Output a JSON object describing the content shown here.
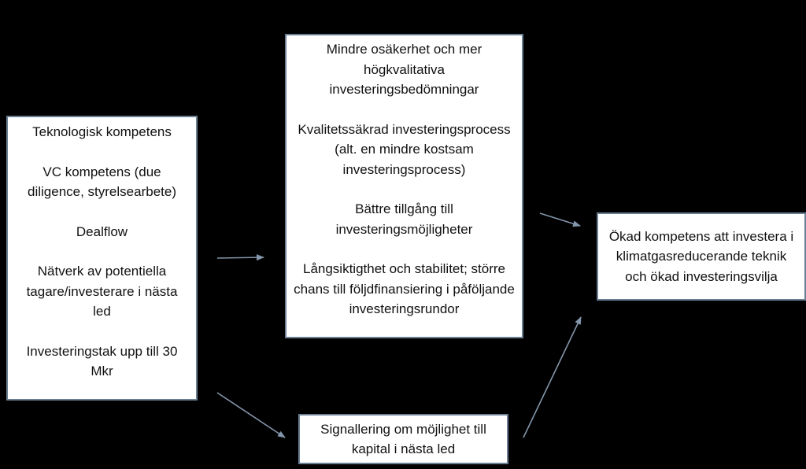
{
  "diagram": {
    "left_box": {
      "lines": [
        "Teknologisk kompetens",
        "",
        "VC kompetens (due diligence, styrelsearbete)",
        "",
        "Dealflow",
        "",
        "Nätverk av potentiella tagare/investerare i nästa led",
        "",
        "Investeringstak upp till 30 Mkr"
      ]
    },
    "middle_box": {
      "lines": [
        "Mindre osäkerhet och mer högkvalitativa investeringsbedömningar",
        "",
        "Kvalitetssäkrad investeringsprocess (alt. en mindre kostsam investeringsprocess)",
        "",
        "Bättre tillgång till investeringsmöjligheter",
        "",
        "Långsiktigthet och stabilitet; större chans till följdfinansiering i påföljande investeringsrundor"
      ]
    },
    "right_box": {
      "text": "Ökad kompetens att investera i klimatgasreducerande teknik och ökad investeringsvilja"
    },
    "bottom_box": {
      "text": "Signallering om möjlighet till kapital i nästa led"
    },
    "colors": {
      "background": "#000000",
      "box_fill": "#ffffff",
      "box_border": "#6b7f94",
      "arrow": "#8396ab"
    }
  }
}
